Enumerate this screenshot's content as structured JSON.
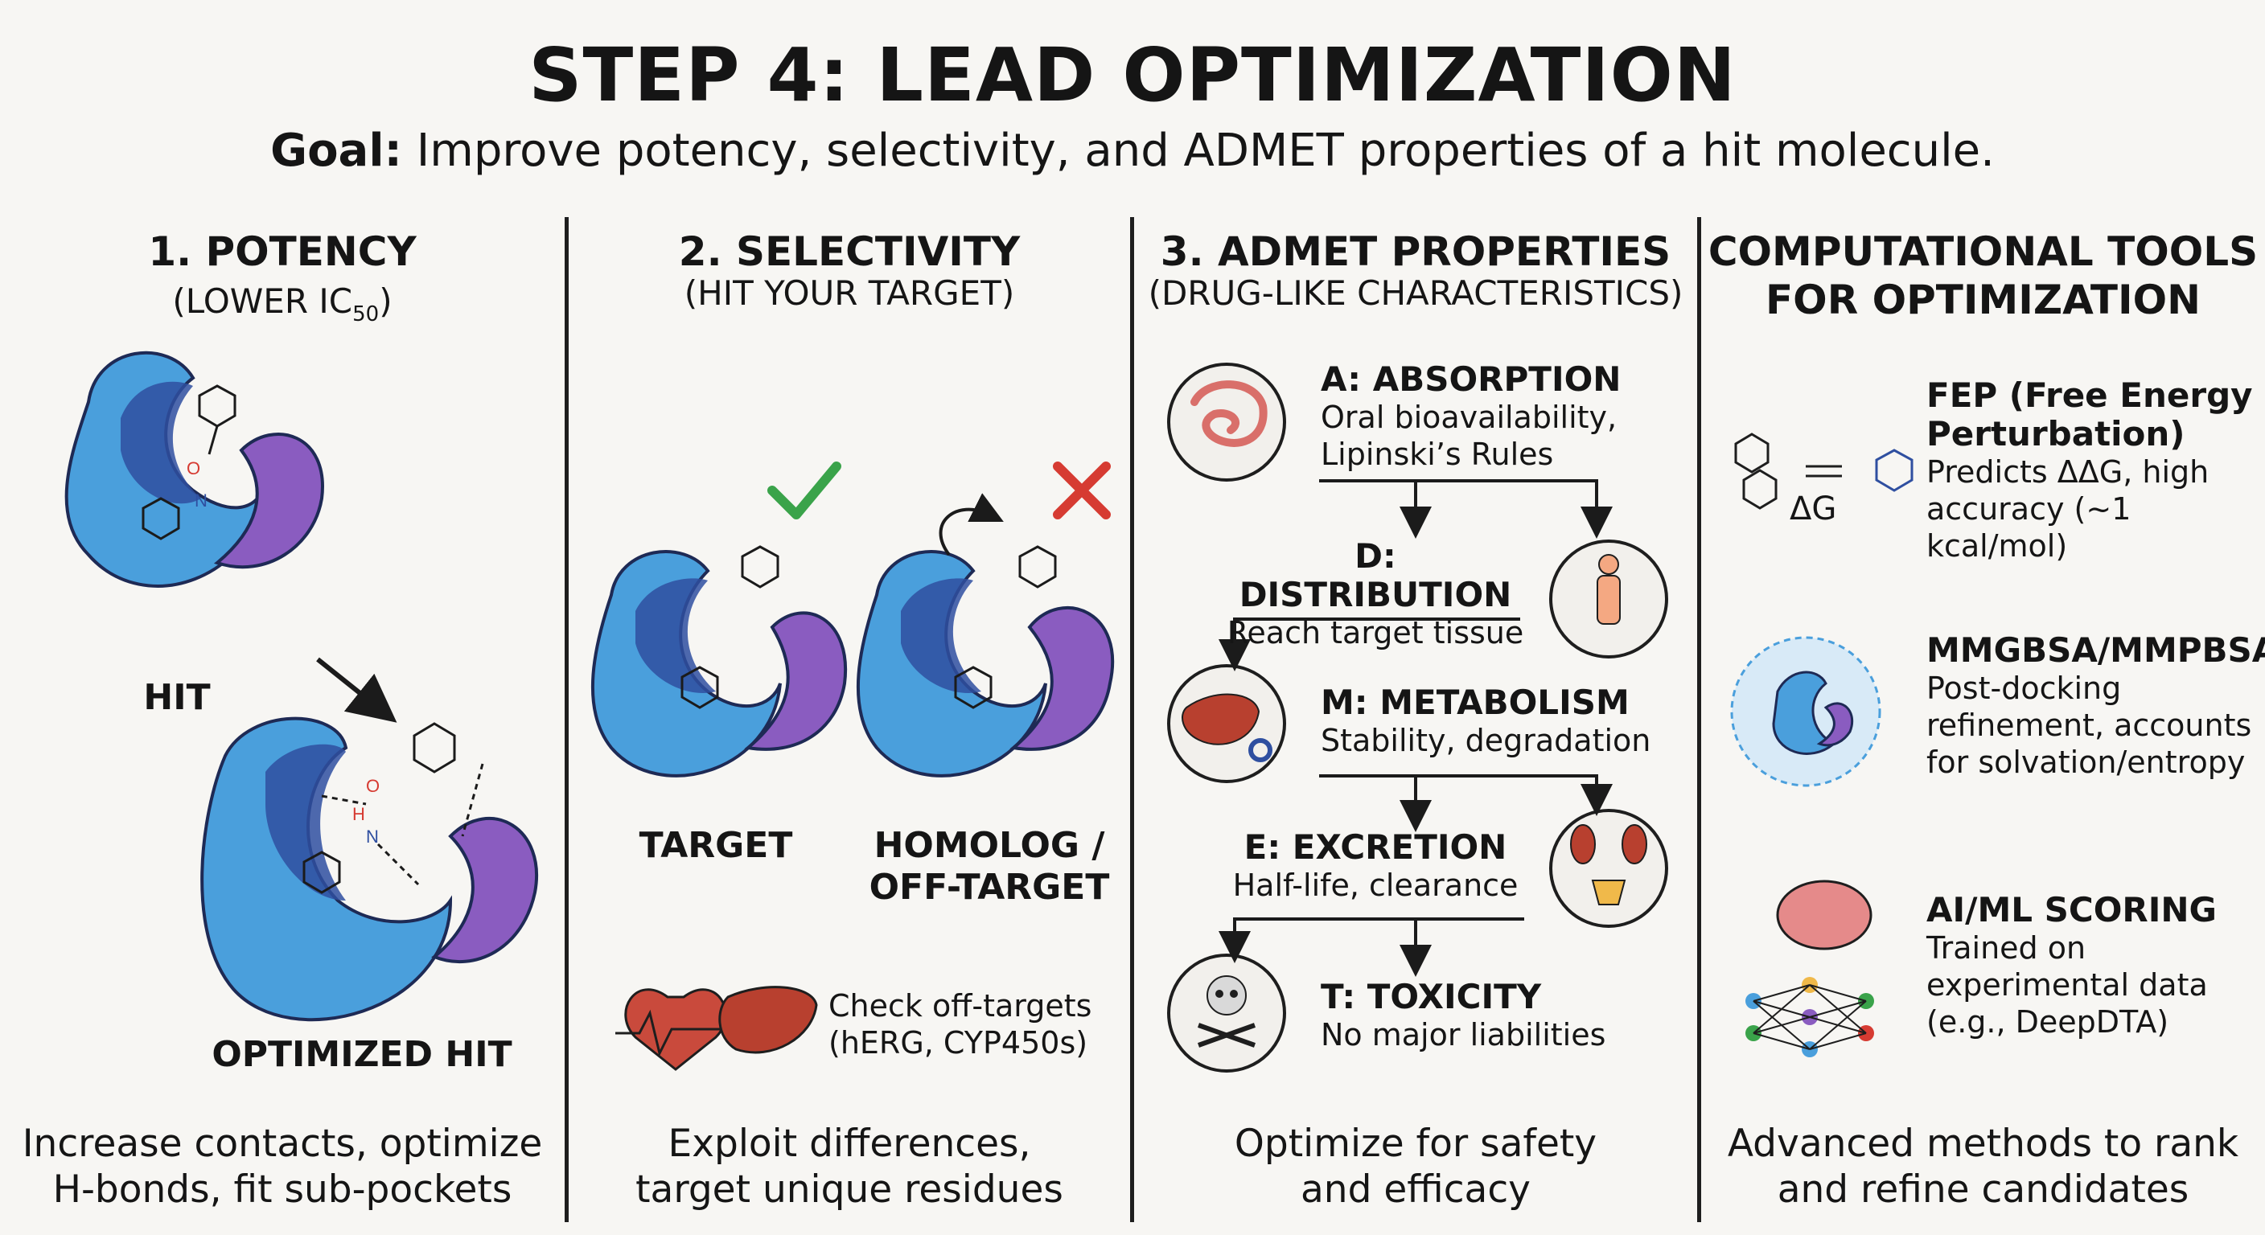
{
  "header": {
    "title": "STEP 4: LEAD OPTIMIZATION",
    "goal_label": "Goal:",
    "goal_text": "Improve potency, selectivity, and ADMET properties of a hit molecule."
  },
  "potency": {
    "heading": "1. POTENCY",
    "sub_prefix": "(LOWER IC",
    "sub_subscript": "50",
    "sub_suffix": ")",
    "hit_label": "HIT",
    "optimized_label": "OPTIMIZED HIT",
    "footer_line1": "Increase contacts, optimize",
    "footer_line2": "H-bonds, fit sub-pockets"
  },
  "selectivity": {
    "heading": "2. SELECTIVITY",
    "sub": "(HIT YOUR TARGET)",
    "target_label": "TARGET",
    "homolog_line1": "HOMOLOG /",
    "homolog_line2": "OFF-TARGET",
    "check_line1": "Check off-targets",
    "check_line2": "(hERG, CYP450s)",
    "footer_line1": "Exploit differences,",
    "footer_line2": "target unique residues"
  },
  "admet": {
    "heading": "3. ADMET PROPERTIES",
    "sub": "(DRUG-LIKE CHARACTERISTICS)",
    "stages": [
      {
        "title": "A: ABSORPTION",
        "line1": "Oral bioavailability,",
        "line2": "Lipinski’s Rules",
        "icon": "intestine-icon"
      },
      {
        "title": "D: DISTRIBUTION",
        "line1": "Reach target tissue",
        "line2": "",
        "icon": "body-distribution-icon"
      },
      {
        "title": "M: METABOLISM",
        "line1": "Stability, degradation",
        "line2": "",
        "icon": "liver-gear-icon"
      },
      {
        "title": "E: EXCRETION",
        "line1": "Half-life, clearance",
        "line2": "",
        "icon": "kidney-icon"
      },
      {
        "title": "T: TOXICITY",
        "line1": "No major liabilities",
        "line2": "",
        "icon": "skull-crossbones-icon"
      }
    ],
    "footer_line1": "Optimize for safety",
    "footer_line2": "and efficacy"
  },
  "tools": {
    "heading_line1": "COMPUTATIONAL TOOLS",
    "heading_line2": "FOR OPTIMIZATION",
    "items": [
      {
        "title_line1": "FEP (Free Energy",
        "title_line2": "Perturbation)",
        "desc_line1": "Predicts ΔΔG, high",
        "desc_line2": "accuracy (~1 kcal/mol)",
        "desc_line3": "",
        "icon_text": "ΔG",
        "icon": "molecule-equilibrium-icon"
      },
      {
        "title_line1": "MMGBSA/MMPBSA",
        "title_line2": "",
        "desc_line1": "Post-docking",
        "desc_line2": "refinement, accounts",
        "desc_line3": "for solvation/entropy",
        "icon_text": "",
        "icon": "solvated-protein-icon"
      },
      {
        "title_line1": "AI/ML SCORING",
        "title_line2": "",
        "desc_line1": "Trained on",
        "desc_line2": "experimental data",
        "desc_line3": "(e.g., DeepDTA)",
        "icon_text": "",
        "icon": "brain-network-icon"
      }
    ],
    "footer_line1": "Advanced methods to rank",
    "footer_line2": "and refine candidates"
  },
  "colors": {
    "protein_blue": "#4a9fdc",
    "protein_dark": "#2f4fa0",
    "protein_purple": "#8a5cc0",
    "check_green": "#3aa34a",
    "cross_red": "#d63b32",
    "organ_red": "#c94a3c"
  }
}
